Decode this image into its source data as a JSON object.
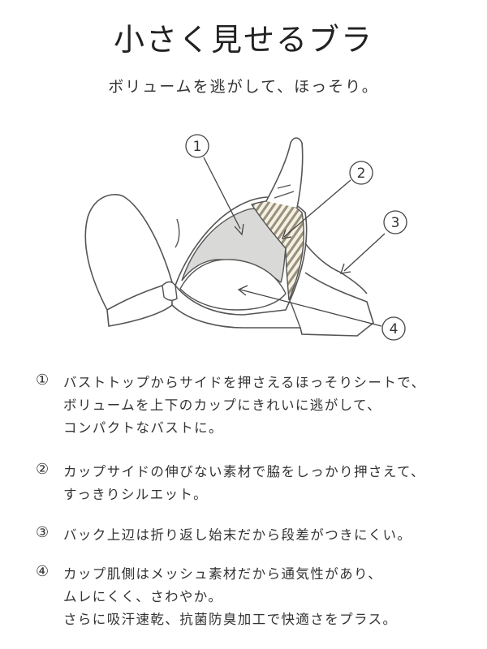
{
  "title": "小さく見せるブラ",
  "subtitle": "ボリュームを逃がして、ほっそり。",
  "callouts": [
    "①",
    "②",
    "③",
    "④"
  ],
  "notes": [
    {
      "num": "①",
      "lines": [
        "バストトップからサイドを押さえるほっそりシートで、",
        "ボリュームを上下のカップにきれいに逃がして、",
        "コンパクトなバストに。"
      ]
    },
    {
      "num": "②",
      "lines": [
        "カップサイドの伸びない素材で脇をしっかり押さえて、",
        "すっきりシルエット。"
      ]
    },
    {
      "num": "③",
      "lines": [
        "バック上辺は折り返し始末だから段差がつきにくい。"
      ]
    },
    {
      "num": "④",
      "lines": [
        "カップ肌側はメッシュ素材だから通気性があり、",
        "ムレにくく、さわやか。",
        "さらに吸汗速乾、抗菌防臭加工で快適さをプラス。"
      ]
    }
  ],
  "colors": {
    "line": "#555555",
    "fill_gray": "#d9d9d7",
    "stripe": "#9a9078"
  }
}
